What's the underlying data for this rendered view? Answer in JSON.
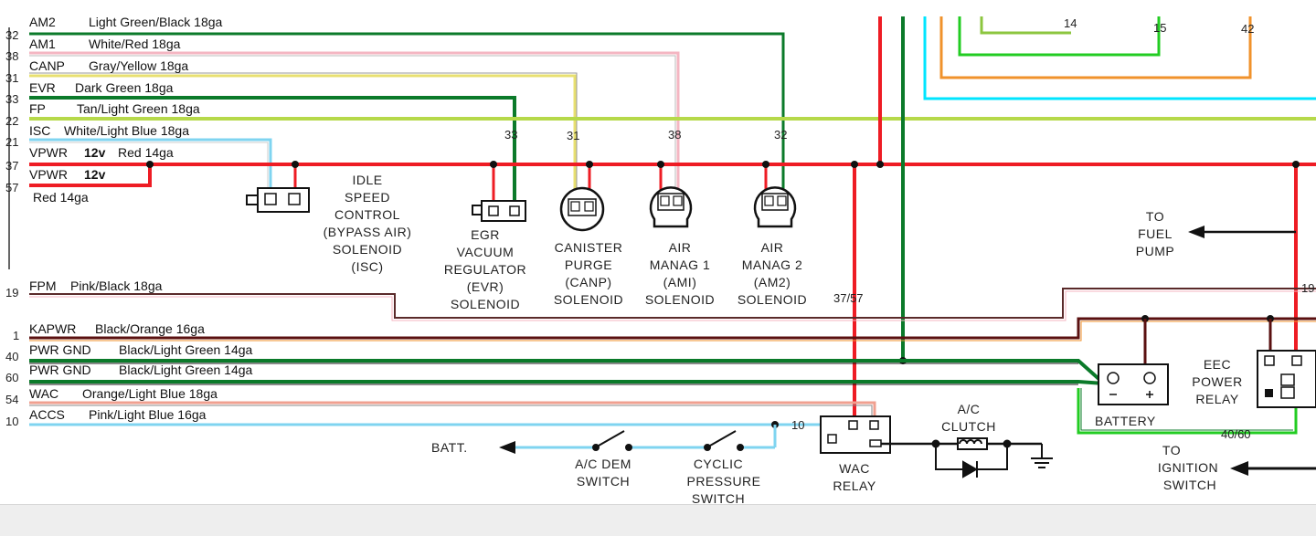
{
  "colors": {
    "red": "#ee1c24",
    "dark_green": "#0b7a2a",
    "light_green": "#8cc63f",
    "light_blue": "#7fd4f0",
    "cyan": "#00e5ff",
    "orange": "#f0922b",
    "black": "#111111",
    "pink": "#f4b6c2",
    "gray": "#bbbbbb",
    "yellow": "#e8e070",
    "brown_dark": "#5a2a2a"
  },
  "wires": [
    {
      "pin": "32",
      "name": "AM2",
      "desc": "Light Green/Black 18ga"
    },
    {
      "pin": "38",
      "name": "AM1",
      "desc": "White/Red 18ga"
    },
    {
      "pin": "31",
      "name": "CANP",
      "desc": "Gray/Yellow 18ga"
    },
    {
      "pin": "33",
      "name": "EVR",
      "desc": "Dark Green 18ga"
    },
    {
      "pin": "22",
      "name": "FP",
      "desc": "Tan/Light Green 18ga"
    },
    {
      "pin": "21",
      "name": "ISC",
      "desc": "White/Light Blue 18ga"
    },
    {
      "pin": "37",
      "name": "VPWR",
      "volt": "12v",
      "desc": "Red 14ga"
    },
    {
      "pin": "57",
      "name": "VPWR",
      "volt": "12v",
      "desc": "Red 14ga"
    },
    {
      "pin": "19",
      "name": "FPM",
      "desc": "Pink/Black 18ga"
    },
    {
      "pin": "1",
      "name": "KAPWR",
      "desc": "Black/Orange 16ga"
    },
    {
      "pin": "40",
      "name": "PWR GND",
      "desc": "Black/Light Green 14ga"
    },
    {
      "pin": "60",
      "name": "PWR GND",
      "desc": "Black/Light Green 14ga"
    },
    {
      "pin": "54",
      "name": "WAC",
      "desc": "Orange/Light Blue 18ga"
    },
    {
      "pin": "10",
      "name": "ACCS",
      "desc": "Pink/Light Blue 16ga"
    }
  ],
  "pin_tags": {
    "p33": "33",
    "p31": "31",
    "p38": "38",
    "p32": "32",
    "p14": "14",
    "p15": "15",
    "p42": "42",
    "p3757": "37/57",
    "p10": "10",
    "p4060": "40/60",
    "p19r": "19"
  },
  "components": {
    "isc": [
      "IDLE",
      "SPEED",
      "CONTROL",
      "(BYPASS AIR)",
      "SOLENOID",
      "(ISC)"
    ],
    "evr": [
      "EGR",
      "VACUUM",
      "REGULATOR",
      "(EVR)",
      "SOLENOID"
    ],
    "canp": [
      "CANISTER",
      "PURGE",
      "(CANP)",
      "SOLENOID"
    ],
    "am1": [
      "AIR",
      "MANAG 1",
      "(AMI)",
      "SOLENOID"
    ],
    "am2": [
      "AIR",
      "MANAG 2",
      "(AM2)",
      "SOLENOID"
    ],
    "fuel_pump": [
      "TO",
      "FUEL",
      "PUMP"
    ],
    "eec_relay": [
      "EEC",
      "POWER",
      "RELAY"
    ],
    "battery": "BATTERY",
    "wac_relay": [
      "WAC",
      "RELAY"
    ],
    "ac_clutch": [
      "A/C",
      "CLUTCH"
    ],
    "batt": "BATT.",
    "ac_dem": [
      "A/C DEM",
      "SWITCH"
    ],
    "cyclic": [
      "CYCLIC",
      "PRESSURE",
      "SWITCH"
    ],
    "ignition": [
      "TO",
      "IGNITION",
      "SWITCH"
    ]
  }
}
